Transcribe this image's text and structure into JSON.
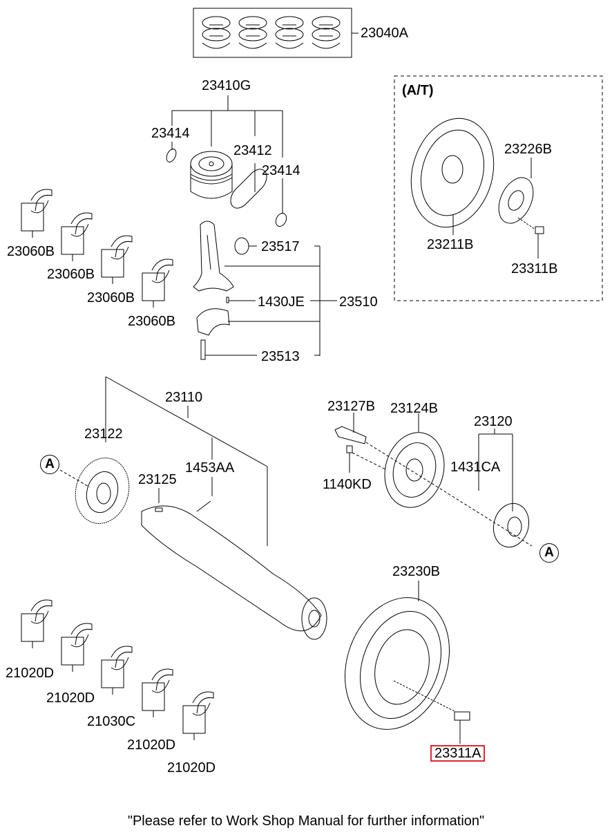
{
  "diagram": {
    "title": "Engine Crankshaft & Piston Parts Diagram",
    "highlight_color": "#e0262f",
    "section_at": {
      "label": "(A/T)"
    },
    "callout_marker": "A",
    "parts": {
      "p23040A": "23040A",
      "p23410G": "23410G",
      "p23414_left": "23414",
      "p23412": "23412",
      "p23414_right": "23414",
      "p23060B_1": "23060B",
      "p23060B_2": "23060B",
      "p23060B_3": "23060B",
      "p23060B_4": "23060B",
      "p23517": "23517",
      "p1430JE": "1430JE",
      "p23510": "23510",
      "p23513": "23513",
      "p23211B": "23211B",
      "p23226B": "23226B",
      "p23311B": "23311B",
      "p23110": "23110",
      "p23122": "23122",
      "p23125": "23125",
      "p1453AA": "1453AA",
      "p23127B": "23127B",
      "p23124B": "23124B",
      "p23120": "23120",
      "p1140KD": "1140KD",
      "p1431CA": "1431CA",
      "p23230B": "23230B",
      "p23311A": "23311A",
      "p21020D_1": "21020D",
      "p21020D_2": "21020D",
      "p21030C": "21030C",
      "p21020D_3": "21020D",
      "p21020D_4": "21020D"
    },
    "selected_part": "23311A",
    "footer_note": "\"Please refer to Work Shop Manual for further information\""
  }
}
